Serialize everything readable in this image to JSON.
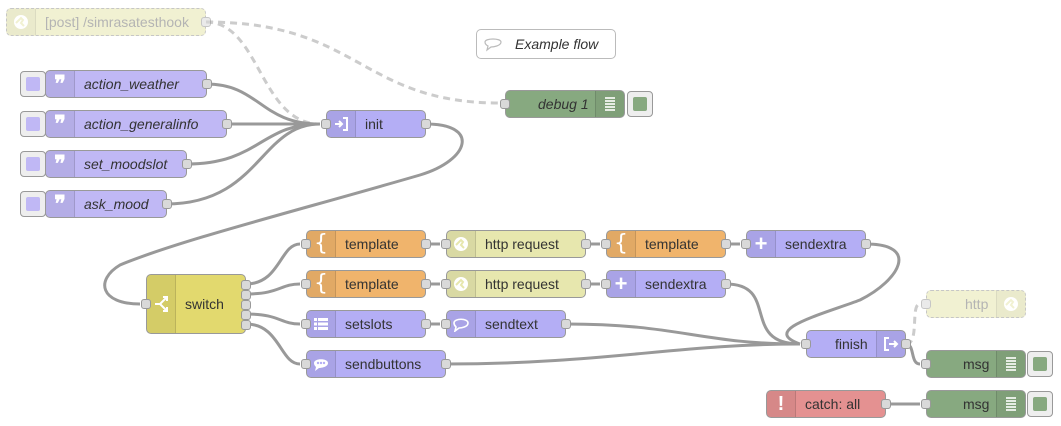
{
  "colors": {
    "http_in": "#e7e7ae",
    "inject": "#c5bff7",
    "link_in": "#c0b8f5",
    "template": "#f0b46c",
    "http_request": "#e7e7ae",
    "function": "#b4aef5",
    "switch": "#e2d96e",
    "debug": "#87a980",
    "catch": "#e49191",
    "wire": "#999999",
    "wire_disabled": "#cccccc"
  },
  "nodes": {
    "http_in_top": "[post] /simrasatesthook",
    "comment": "Example flow",
    "debug1": "debug 1",
    "action_weather": "action_weather",
    "action_generalinfo": "action_generalinfo",
    "set_moodslot": "set_moodslot",
    "ask_mood": "ask_mood",
    "init": "init",
    "switch": "switch",
    "template1": "template",
    "http_request1": "http request",
    "template2": "template",
    "sendextra1": "sendextra",
    "template3": "template",
    "http_request2": "http request",
    "sendextra2": "sendextra",
    "setslots": "setslots",
    "sendtext": "sendtext",
    "sendbuttons": "sendbuttons",
    "finish": "finish",
    "http_out": "http",
    "msg1": "msg",
    "catch_all": "catch: all",
    "msg2": "msg"
  }
}
